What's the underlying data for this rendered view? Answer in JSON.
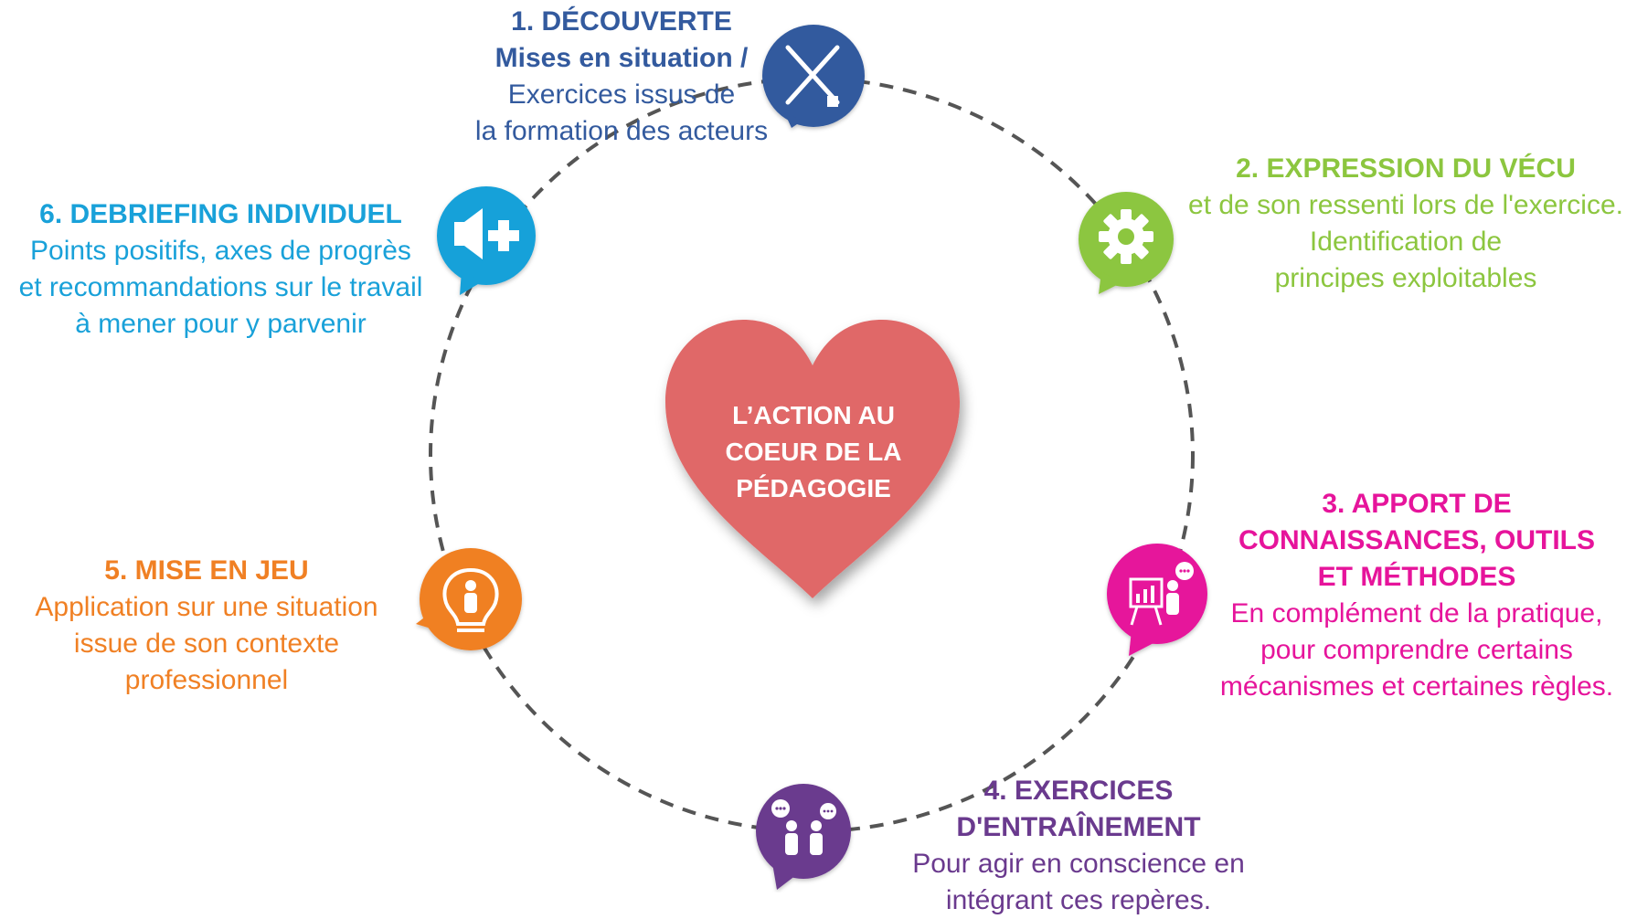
{
  "colors": {
    "step1": "#335a9e",
    "step2": "#8cc63f",
    "step3": "#e6149b",
    "step4": "#6a3a8e",
    "step5": "#f08024",
    "step6": "#19a1d9",
    "heart": "#e06868",
    "dashes": "#555555"
  },
  "center": {
    "lines": [
      "L’ACTION AU",
      "COEUR DE LA",
      "PÉDAGOGIE"
    ]
  },
  "steps": [
    {
      "title": "1. DÉCOUVERTE",
      "lines": [
        "Mises en situation /",
        "Exercices issus de",
        "la formation des acteurs"
      ],
      "icon": "tools-icon"
    },
    {
      "title": "2. EXPRESSION DU VÉCU",
      "lines": [
        "et de son ressenti lors de l'exercice.",
        "Identification de",
        "principes exploitables"
      ],
      "icon": "gear-icon"
    },
    {
      "title_lines": [
        "3. APPORT DE",
        "CONNAISSANCES, OUTILS",
        "ET MÉTHODES"
      ],
      "lines": [
        "En complément de la pratique,",
        "pour comprendre certains",
        "mécanismes et certaines règles."
      ],
      "icon": "presentation-icon"
    },
    {
      "title": "4. EXERCICES D'ENTRAÎNEMENT",
      "lines": [
        "Pour agir en conscience en",
        "intégrant ces repères."
      ],
      "icon": "conversation-icon"
    },
    {
      "title": "5. MISE EN JEU",
      "lines": [
        "Application sur une situation",
        "issue de son contexte",
        "professionnel"
      ],
      "icon": "person-bulb-icon"
    },
    {
      "title": "6. DEBRIEFING INDIVIDUEL",
      "lines": [
        "Points positifs, axes de progrès",
        "et recommandations sur le travail",
        "à mener pour y parvenir"
      ],
      "icon": "speaker-plus-icon"
    }
  ]
}
